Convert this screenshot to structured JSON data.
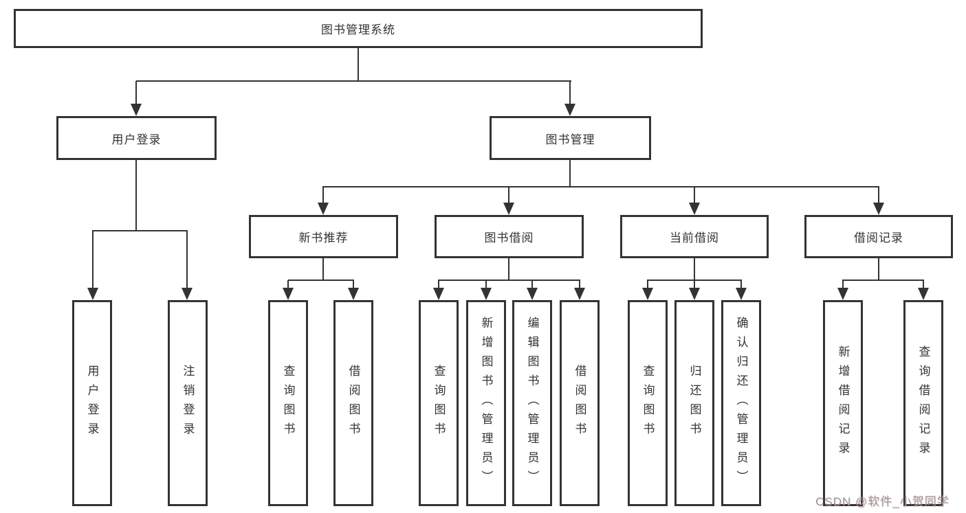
{
  "diagram": {
    "root": {
      "label": "图书管理系统"
    },
    "branches": [
      {
        "label": "用户登录",
        "children": [
          {
            "label": "用户登录"
          },
          {
            "label": "注销登录"
          }
        ]
      },
      {
        "label": "图书管理",
        "children": [
          {
            "label": "新书推荐",
            "children": [
              {
                "label": "查询图书"
              },
              {
                "label": "借阅图书"
              }
            ]
          },
          {
            "label": "图书借阅",
            "children": [
              {
                "label": "查询图书"
              },
              {
                "label": "新增图书（管理员）"
              },
              {
                "label": "编辑图书（管理员）"
              },
              {
                "label": "借阅图书"
              }
            ]
          },
          {
            "label": "当前借阅",
            "children": [
              {
                "label": "查询图书"
              },
              {
                "label": "归还图书"
              },
              {
                "label": "确认归还（管理员）"
              }
            ]
          },
          {
            "label": "借阅记录",
            "children": [
              {
                "label": "新增借阅记录"
              },
              {
                "label": "查询借阅记录"
              }
            ]
          }
        ]
      }
    ]
  },
  "watermark": {
    "text": "CSDN @软件_小贺同学"
  },
  "colors": {
    "line": "#333333",
    "text": "#333333",
    "background": "#ffffff",
    "watermark": "#9b9b9b"
  }
}
